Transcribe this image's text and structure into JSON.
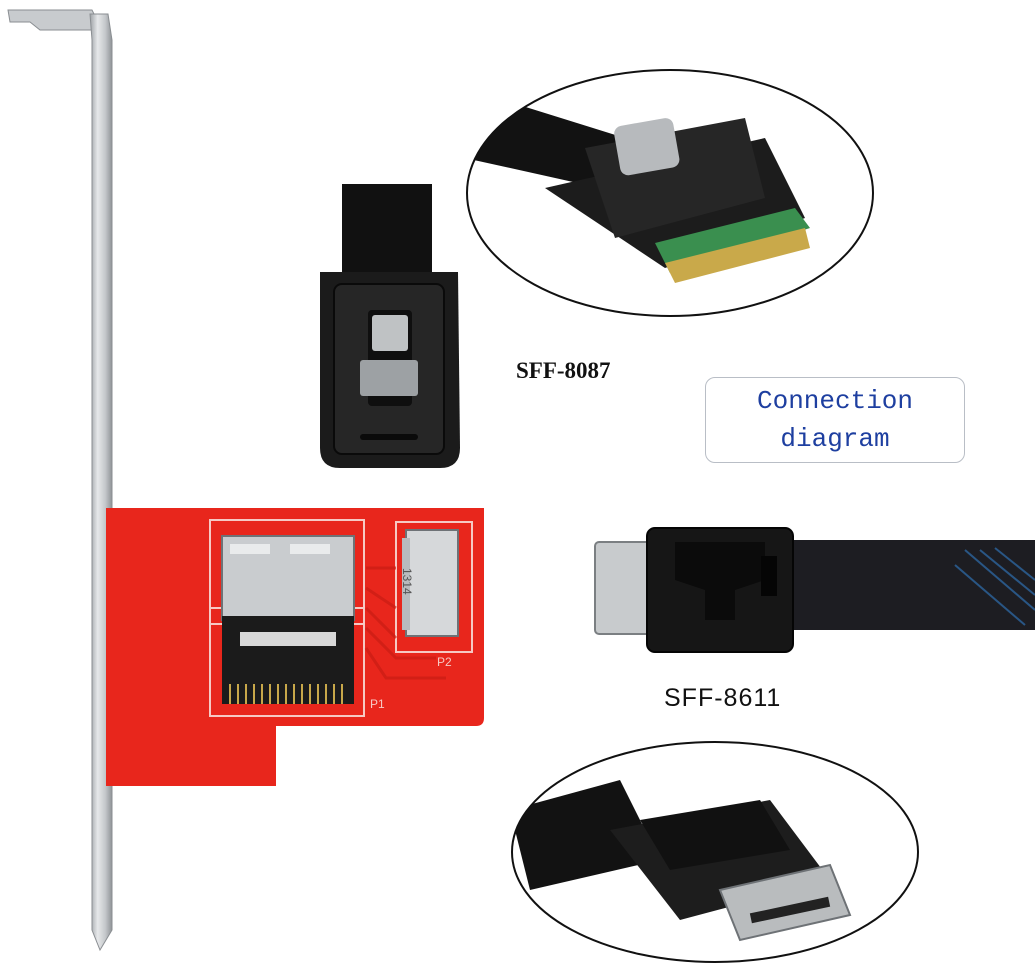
{
  "labels": {
    "sff8087": "SFF-8087",
    "sff8611": "SFF-8611",
    "connection_line1": "Connection",
    "connection_line2": "diagram"
  },
  "pcb": {
    "port1": "P1",
    "port2": "P2",
    "chip_text": "1314"
  },
  "colors": {
    "pcb_red": "#e8261c",
    "bracket_silver": "#c9cccf",
    "connector_black": "#1a1a1a",
    "label_blue": "#1e3fa0"
  }
}
